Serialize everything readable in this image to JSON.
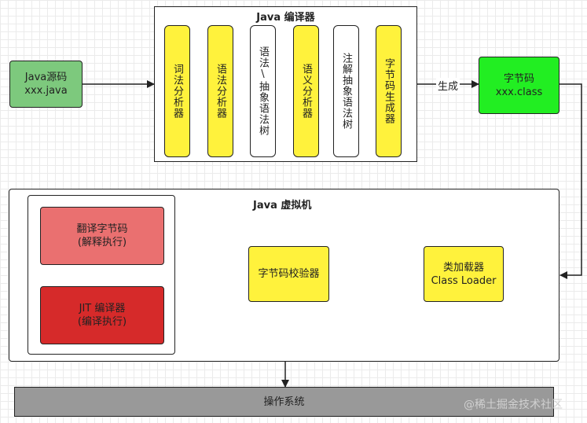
{
  "java_source": {
    "line1": "Java源码",
    "line2": "xxx.java"
  },
  "compiler": {
    "title": "Java 编译器",
    "stages": [
      {
        "text": "词法分析器",
        "style": "yellow"
      },
      {
        "text": "语法分析器",
        "style": "yellow"
      },
      {
        "text": "语法\\抽象语法树",
        "style": "white"
      },
      {
        "text": "语义分析器",
        "style": "yellow"
      },
      {
        "text": "注解抽象语法树",
        "style": "white"
      },
      {
        "text": "字节码生成器",
        "style": "yellow"
      }
    ]
  },
  "generate_label": "生成",
  "bytecode": {
    "line1": "字节码",
    "line2": "xxx.class"
  },
  "jvm": {
    "title": "Java 虚拟机",
    "interpreter": {
      "line1": "翻译字节码",
      "line2": "(解释执行)"
    },
    "jit": {
      "line1": "JIT 编译器",
      "line2": "(编译执行)"
    },
    "verifier": "字节码校验器",
    "classloader": {
      "line1": "类加载器",
      "line2": "Class Loader"
    }
  },
  "os": "操作系统",
  "watermark": "@稀土掘金技术社区",
  "colors": {
    "java_source": "#7dc97d",
    "bytecode": "#22ee22",
    "stage_yellow": "#fff23c",
    "interpreter": "#ea7070",
    "jit": "#d62a2a",
    "os": "#999999"
  }
}
